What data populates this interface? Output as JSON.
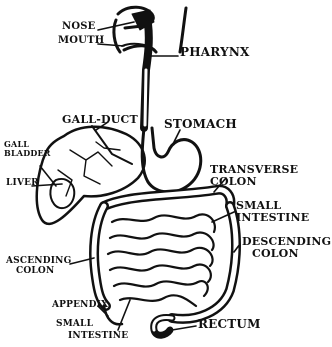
{
  "labels": {
    "nose": "NOSE",
    "mouth": "MOUTH",
    "pharynx": "PHARYNX",
    "gall_duct": "GALL-DUCT",
    "stomach": "STOMACH",
    "gall_bladder_line1": "GALL",
    "gall_bladder_line2": "BLADDER",
    "liver": "LIVER",
    "transverse_colon_line1": "TRANSVERSE",
    "transverse_colon_line2": "COLON",
    "small_intestine_right_line1": "SMALL",
    "small_intestine_right_line2": "INTESTINE",
    "descending_colon_line1": "DESCENDING",
    "descending_colon_line2": "COLON",
    "ascending_colon_line1": "ASCENDING",
    "ascending_colon_line2": "COLON",
    "appendix": "APPENDIX",
    "small_intestine_bottom_line1": "SMALL",
    "small_intestine_bottom_line2": "INTESTINE",
    "rectum": "RECTUM"
  },
  "colors": {
    "ink": "#111111",
    "paper": "#ffffff"
  }
}
